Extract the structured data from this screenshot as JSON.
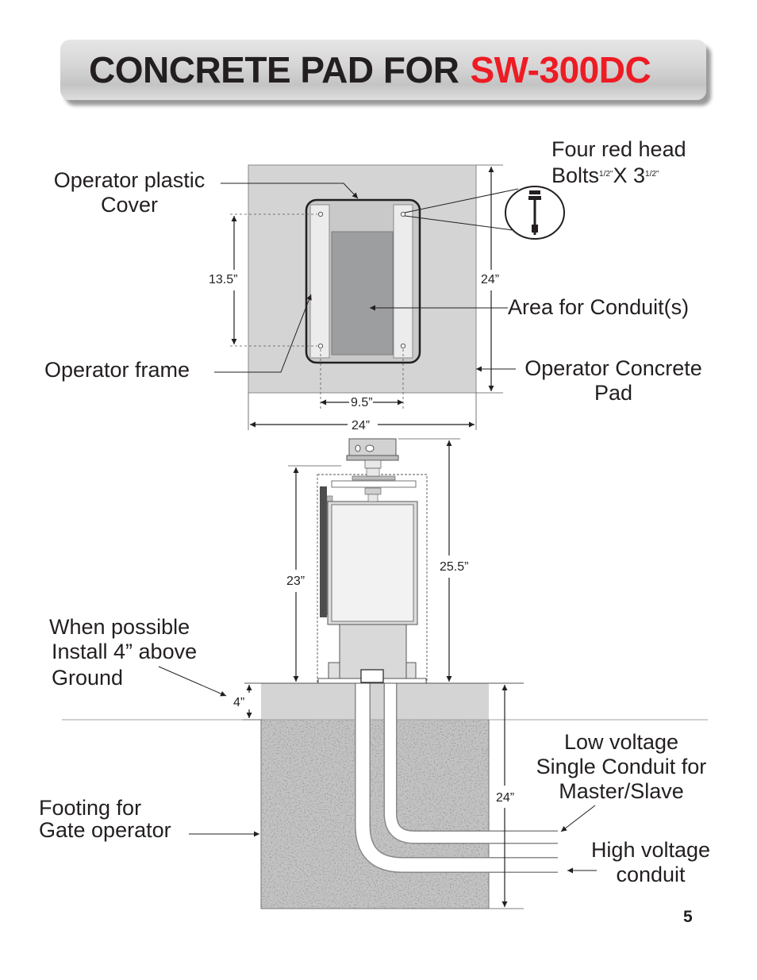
{
  "header": {
    "title_prefix": "CONCRETE PAD FOR",
    "model": "SW-300DC",
    "model_color": "#ed1c24"
  },
  "top_view": {
    "cover_label_line1": "Operator plastic",
    "cover_label_line2": "Cover",
    "bolts_label_line1": "Four red head",
    "bolts_label_word": "Bolts",
    "bolts_fraction_a": "1/2\"",
    "bolts_times": "X 3",
    "bolts_fraction_b": "1/2\"",
    "conduit_area_label": "Area for Conduit(s)",
    "frame_label": "Operator frame",
    "pad_label_line1": "Operator Concrete",
    "pad_label_line2": "Pad",
    "dim_bolt_spacing_vertical": "13.5”",
    "dim_pad_height": "24”",
    "dim_bolt_spacing_horizontal": "9.5”",
    "dim_pad_width": "24”"
  },
  "side_view": {
    "dim_frame_height": "23”",
    "dim_total_height": "25.5”",
    "install_label_line1": "When possible",
    "install_label_line2": "Install 4” above",
    "install_label_line3": "Ground",
    "dim_above_ground": "4”",
    "dim_footing_depth": "24”",
    "low_voltage_line1": "Low voltage",
    "low_voltage_line2": "Single Conduit for",
    "low_voltage_line3": "Master/Slave",
    "footing_line1": "Footing for",
    "footing_line2": "Gate operator",
    "high_voltage_line1": "High voltage",
    "high_voltage_line2": "conduit"
  },
  "page_number": "5"
}
